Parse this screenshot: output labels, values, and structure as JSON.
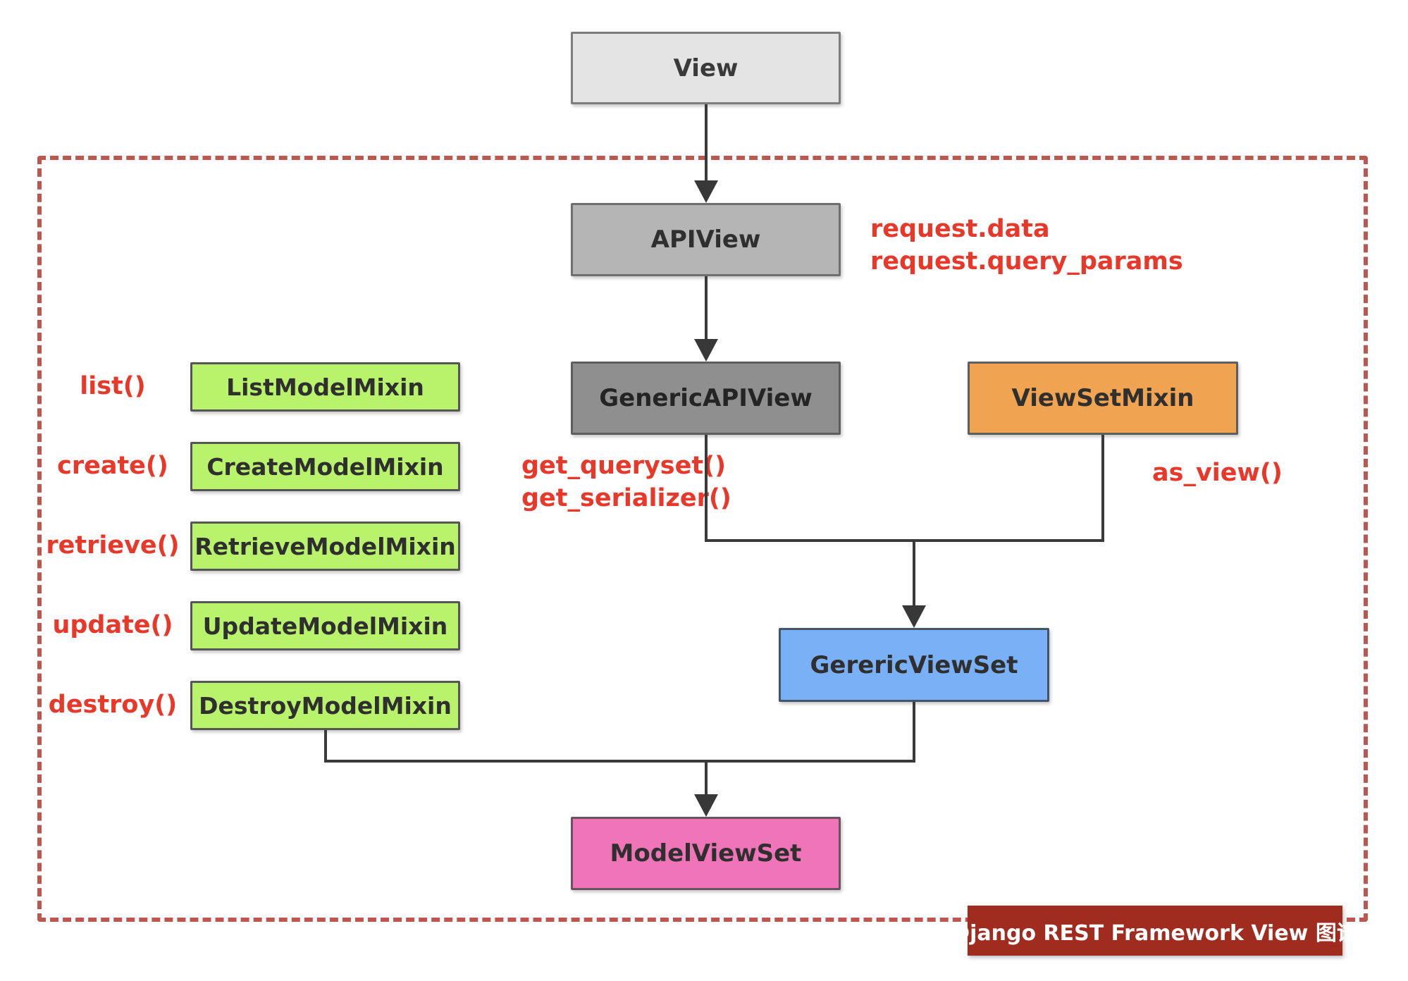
{
  "badge": {
    "label": "Django REST Framework View 图谱"
  },
  "nodes": {
    "view": {
      "label": "View"
    },
    "apiview": {
      "label": "APIView"
    },
    "generic_apiview": {
      "label": "GenericAPIView"
    },
    "viewset_mixin": {
      "label": "ViewSetMixin"
    },
    "generic_viewset": {
      "label": "GerericViewSet"
    },
    "model_viewset": {
      "label": "ModelViewSet"
    }
  },
  "mixins": [
    {
      "method": "list()",
      "label": "ListModelMixin"
    },
    {
      "method": "create()",
      "label": "CreateModelMixin"
    },
    {
      "method": "retrieve()",
      "label": "RetrieveModelMixin"
    },
    {
      "method": "update()",
      "label": "UpdateModelMixin"
    },
    {
      "method": "destroy()",
      "label": "DestroyModelMixin"
    }
  ],
  "annotations": {
    "apiview": [
      "request.data",
      "request.query_params"
    ],
    "generic_apiview": [
      "get_queryset()",
      "get_serializer()"
    ],
    "viewset_mixin": [
      "as_view()"
    ]
  },
  "colors": {
    "view_fill": "#e4e4e4",
    "apiview_fill": "#b5b5b5",
    "generic_apiview_fill": "#8f8f8f",
    "viewset_mixin_fill": "#f0a350",
    "generic_viewset_fill": "#7ab0f5",
    "model_viewset_fill": "#ef74b8",
    "mixin_fill": "#b9f36b",
    "annotation_red": "#e8382a",
    "badge_fill": "#a02c1f",
    "badge_text": "#ffffff",
    "dashed_border": "#bc564f",
    "connector": "#3a3a3a"
  }
}
